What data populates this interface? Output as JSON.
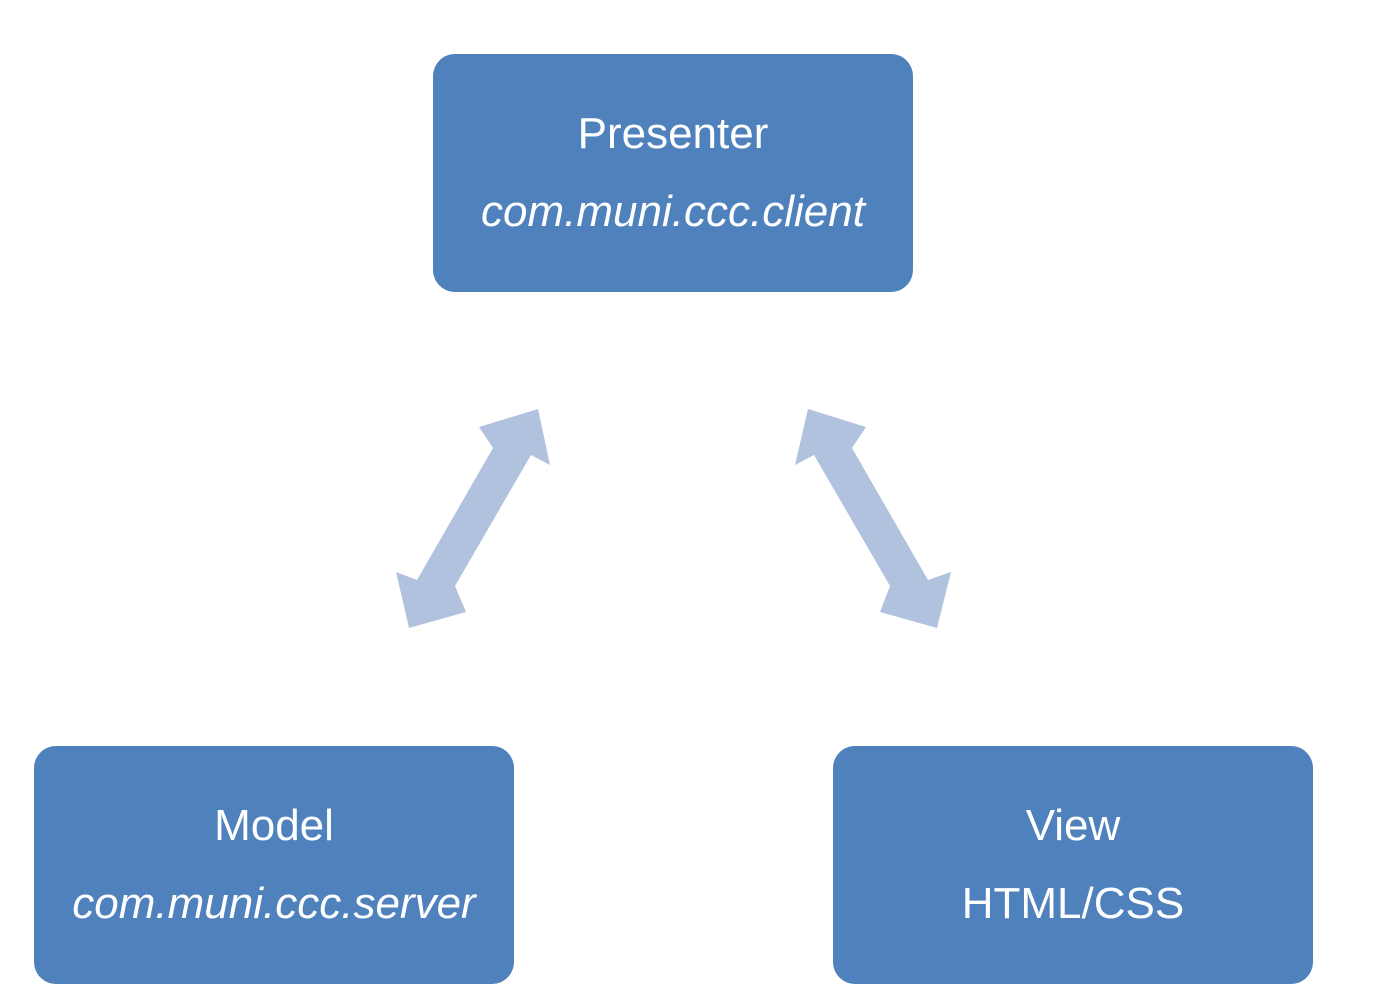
{
  "colors": {
    "box_fill": "#4f81bd",
    "text": "#ffffff",
    "arrow_fill": "#b0c2dd"
  },
  "nodes": {
    "presenter": {
      "title": "Presenter",
      "subtitle": "com.muni.ccc.client"
    },
    "model": {
      "title": "Model",
      "subtitle": "com.muni.ccc.server"
    },
    "view": {
      "title": "View",
      "subtitle": "HTML/CSS"
    }
  },
  "connections": [
    {
      "from": "model",
      "to": "presenter",
      "direction": "bidirectional"
    },
    {
      "from": "presenter",
      "to": "view",
      "direction": "bidirectional"
    }
  ]
}
